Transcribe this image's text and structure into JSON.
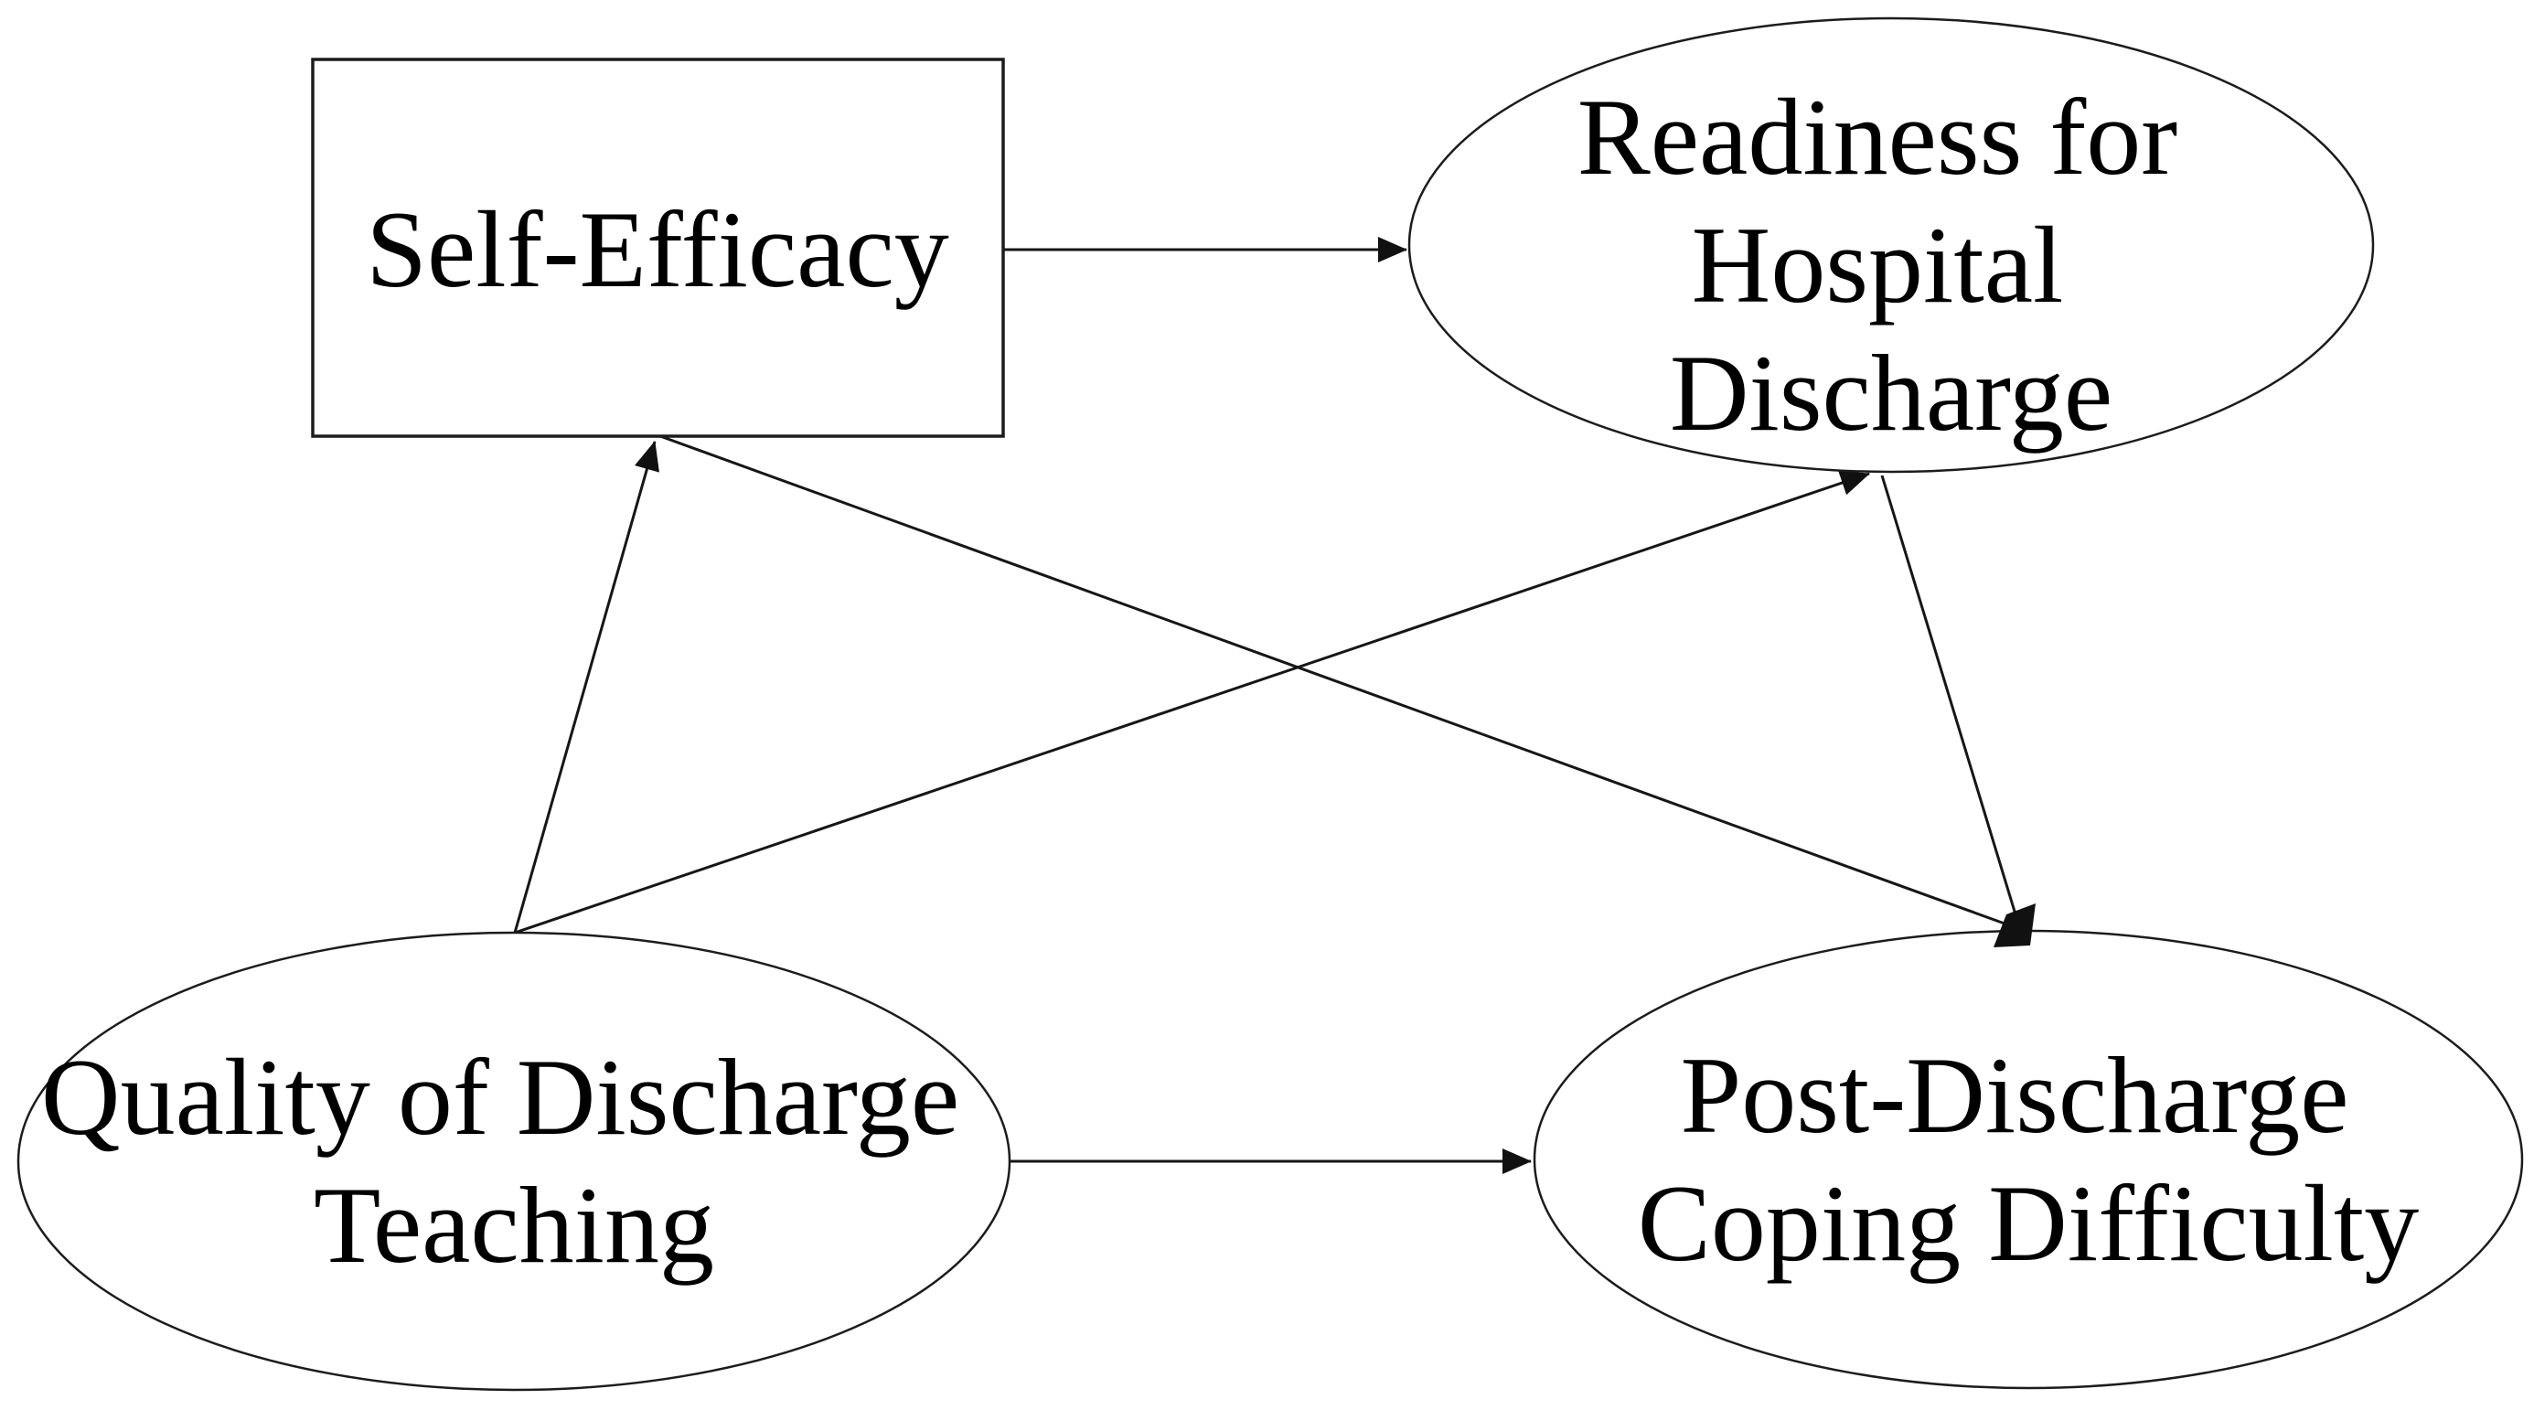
{
  "figure": {
    "title": "Path model: discharge teaching, self-efficacy, readiness and post-discharge coping",
    "background_color": "#ffffff",
    "line_color": "#161616",
    "text_color": "#000000"
  },
  "nodes": {
    "self_efficacy": {
      "label": "Self-Efficacy",
      "shape": "rectangle",
      "lines": [
        "Self-Efficacy"
      ]
    },
    "readiness": {
      "label": "Readiness for Hospital Discharge",
      "shape": "ellipse",
      "lines": [
        "Readiness for",
        "Hospital",
        "Discharge"
      ]
    },
    "quality": {
      "label": "Quality of Discharge Teaching",
      "shape": "ellipse",
      "lines": [
        "Quality of Discharge",
        "Teaching"
      ]
    },
    "post_discharge": {
      "label": "Post-Discharge Coping Difficulty",
      "shape": "ellipse",
      "lines": [
        "Post-Discharge",
        "Coping Difficulty"
      ]
    }
  },
  "edges": [
    {
      "from": "Self-Efficacy",
      "to": "Readiness for Hospital Discharge",
      "arrowhead": "filled-triangle"
    },
    {
      "from": "Quality of Discharge Teaching",
      "to": "Self-Efficacy",
      "arrowhead": "filled-triangle"
    },
    {
      "from": "Quality of Discharge Teaching",
      "to": "Readiness for Hospital Discharge",
      "arrowhead": "filled-triangle"
    },
    {
      "from": "Self-Efficacy",
      "to": "Post-Discharge Coping Difficulty",
      "arrowhead": "merged-heavy"
    },
    {
      "from": "Readiness for Hospital Discharge",
      "to": "Post-Discharge Coping Difficulty",
      "arrowhead": "merged-heavy"
    },
    {
      "from": "Quality of Discharge Teaching",
      "to": "Post-Discharge Coping Difficulty",
      "arrowhead": "filled-triangle"
    }
  ]
}
